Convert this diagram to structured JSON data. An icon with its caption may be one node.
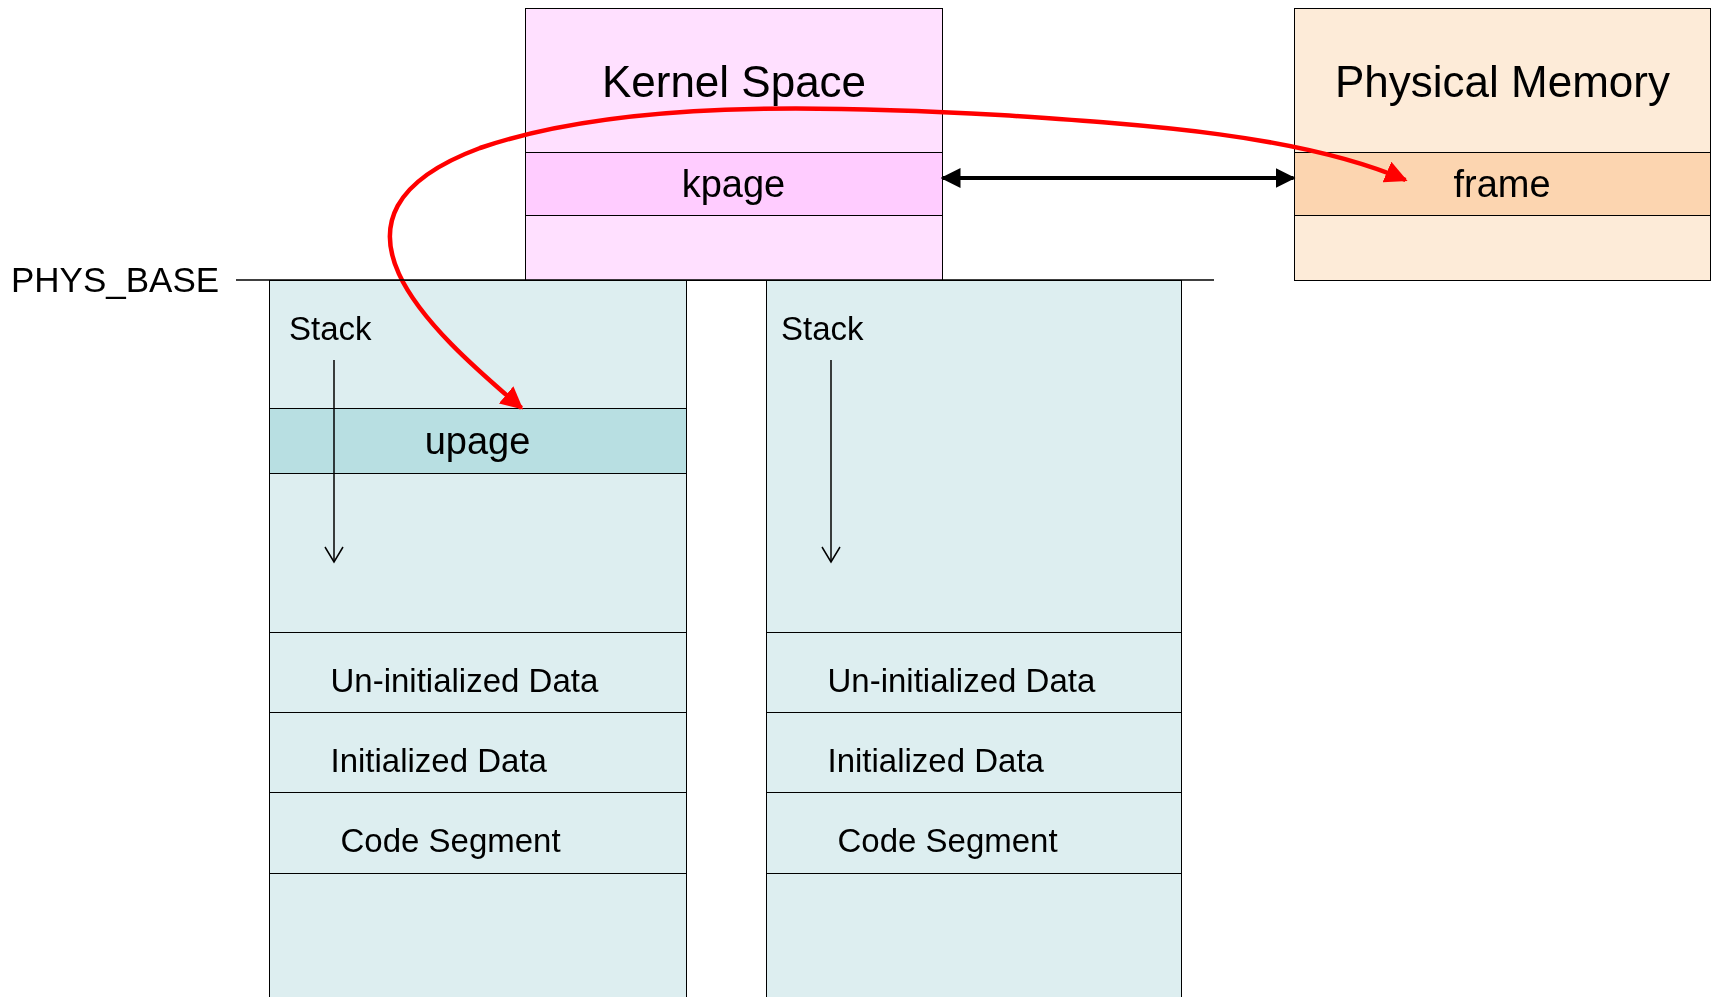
{
  "diagram": {
    "nodes": [
      {
        "text": [
          "Kernel Space"
        ]
      },
      {
        "text": [
          "kpage"
        ],
        "in": 0
      },
      {
        "text": [
          "Physical Memory"
        ]
      },
      {
        "text": [
          "frame"
        ],
        "in": 2
      },
      {
        "text": [],
        "shape": "box"
      },
      {
        "text": [
          "upage"
        ],
        "in": 4
      },
      {
        "text": [
          "Un-initialized Data"
        ],
        "in": 4
      },
      {
        "text": [
          "Initialized Data"
        ],
        "in": 4
      },
      {
        "text": [
          "Code Segment"
        ],
        "in": 4
      },
      {
        "text": [],
        "shape": "box"
      },
      {
        "text": [
          "Un-initialized Data"
        ],
        "in": 9
      },
      {
        "text": [
          "Initialized Data"
        ],
        "in": 9
      },
      {
        "text": [
          "Code Segment"
        ],
        "in": 9
      }
    ],
    "edges": [
      {
        "from": 1,
        "to": 3,
        "arrow": "both"
      },
      {
        "from": 5,
        "to": 3,
        "arrow": "both",
        "color": "#ff0000"
      }
    ],
    "labels": [
      "PHYS_BASE",
      "Stack",
      "Stack"
    ]
  }
}
